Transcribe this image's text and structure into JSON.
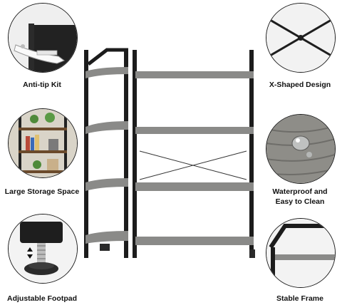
{
  "features": {
    "anti_tip": {
      "label": "Anti-tip Kit",
      "icon": "anti-tip-bracket-icon"
    },
    "storage": {
      "label": "Large Storage Space",
      "icon": "bookshelf-icon"
    },
    "footpad": {
      "label": "Adjustable Footpad",
      "icon": "adjustable-footpad-icon"
    },
    "x_design": {
      "label": "X-Shaped Design",
      "icon": "x-brace-icon"
    },
    "waterproof": {
      "label_line1": "Waterproof and",
      "label_line2": "Easy to Clean",
      "icon": "water-droplet-icon"
    },
    "frame": {
      "label": "Stable Frame",
      "icon": "metal-frame-icon"
    }
  },
  "colors": {
    "frame_black": "#1c1c1c",
    "shelf_gray": "#8a8a88",
    "shelf_edge": "#a6a6a3",
    "background": "#ffffff"
  }
}
